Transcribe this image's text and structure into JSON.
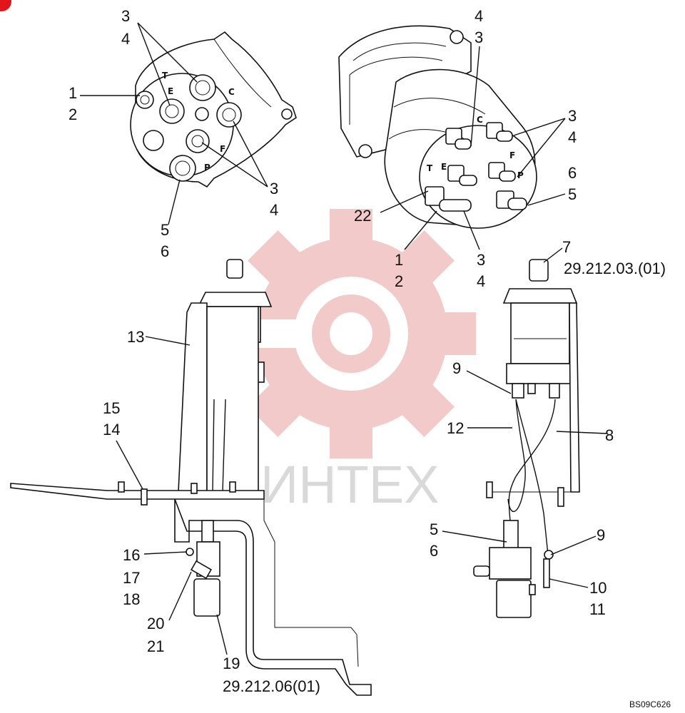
{
  "drawing_code": "BS09C626",
  "watermark_text": "ИНТЕХ",
  "colors": {
    "watermark_gear": "#f2c5c5",
    "watermark_text": "#d9d9d9",
    "corner_mark": "#e0161b"
  },
  "port_letters": {
    "t": "T",
    "e": "E",
    "c": "C",
    "f": "F",
    "p": "P"
  },
  "callouts": {
    "tl_3": "3",
    "tl_4": "4",
    "tl_1": "1",
    "tl_2": "2",
    "tl_3b": "3",
    "tl_4b": "4",
    "tl_5": "5",
    "tl_6": "6",
    "tr_4": "4",
    "tr_3": "3",
    "tr_3b": "3",
    "tr_4b": "4",
    "tr_6": "6",
    "tr_5": "5",
    "tr_22": "22",
    "tr_1": "1",
    "tr_2": "2",
    "tr_3c": "3",
    "tr_4c": "4",
    "bl_13": "13",
    "bl_15": "15",
    "bl_14": "14",
    "bl_16": "16",
    "bl_17": "17",
    "bl_18": "18",
    "bl_20": "20",
    "bl_21": "21",
    "bl_19": "19",
    "bl_ref": "29.212.06(01)",
    "br_7": "7",
    "br_ref": "29.212.03.(01)",
    "br_9": "9",
    "br_12": "12",
    "br_8": "8",
    "br_5": "5",
    "br_6": "6",
    "br_9b": "9",
    "br_10": "10",
    "br_11": "11"
  }
}
